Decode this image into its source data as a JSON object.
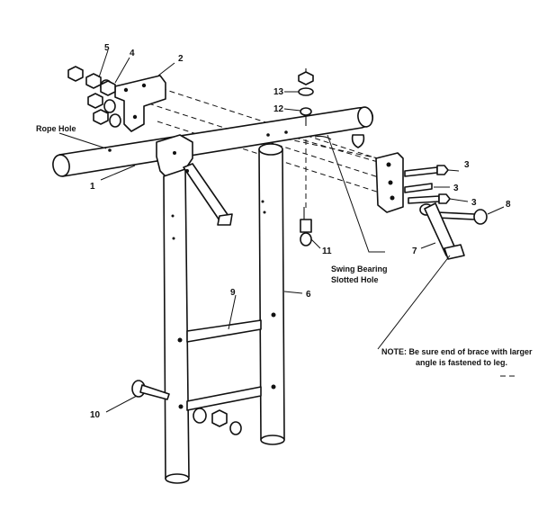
{
  "diagram": {
    "part_numbers": {
      "frame_tube": "1",
      "bracket": "2",
      "bolt_a": "3",
      "bolt_b": "3",
      "bolt_c": "3",
      "washer_top": "4",
      "nut_top": "5",
      "leg": "6",
      "brace": "7",
      "long_bolt": "8",
      "crossbar": "9",
      "bolt_left": "10",
      "swing_hanger": "11",
      "washer_12": "12",
      "nut_13": "13"
    },
    "callouts": {
      "rope_hole": "Rope Hole",
      "swing_bearing_line1": "Swing Bearing",
      "swing_bearing_line2": "Slotted Hole"
    },
    "note": {
      "line1": "NOTE: Be sure end of brace with larger",
      "line2": "angle is fastened to leg."
    }
  }
}
